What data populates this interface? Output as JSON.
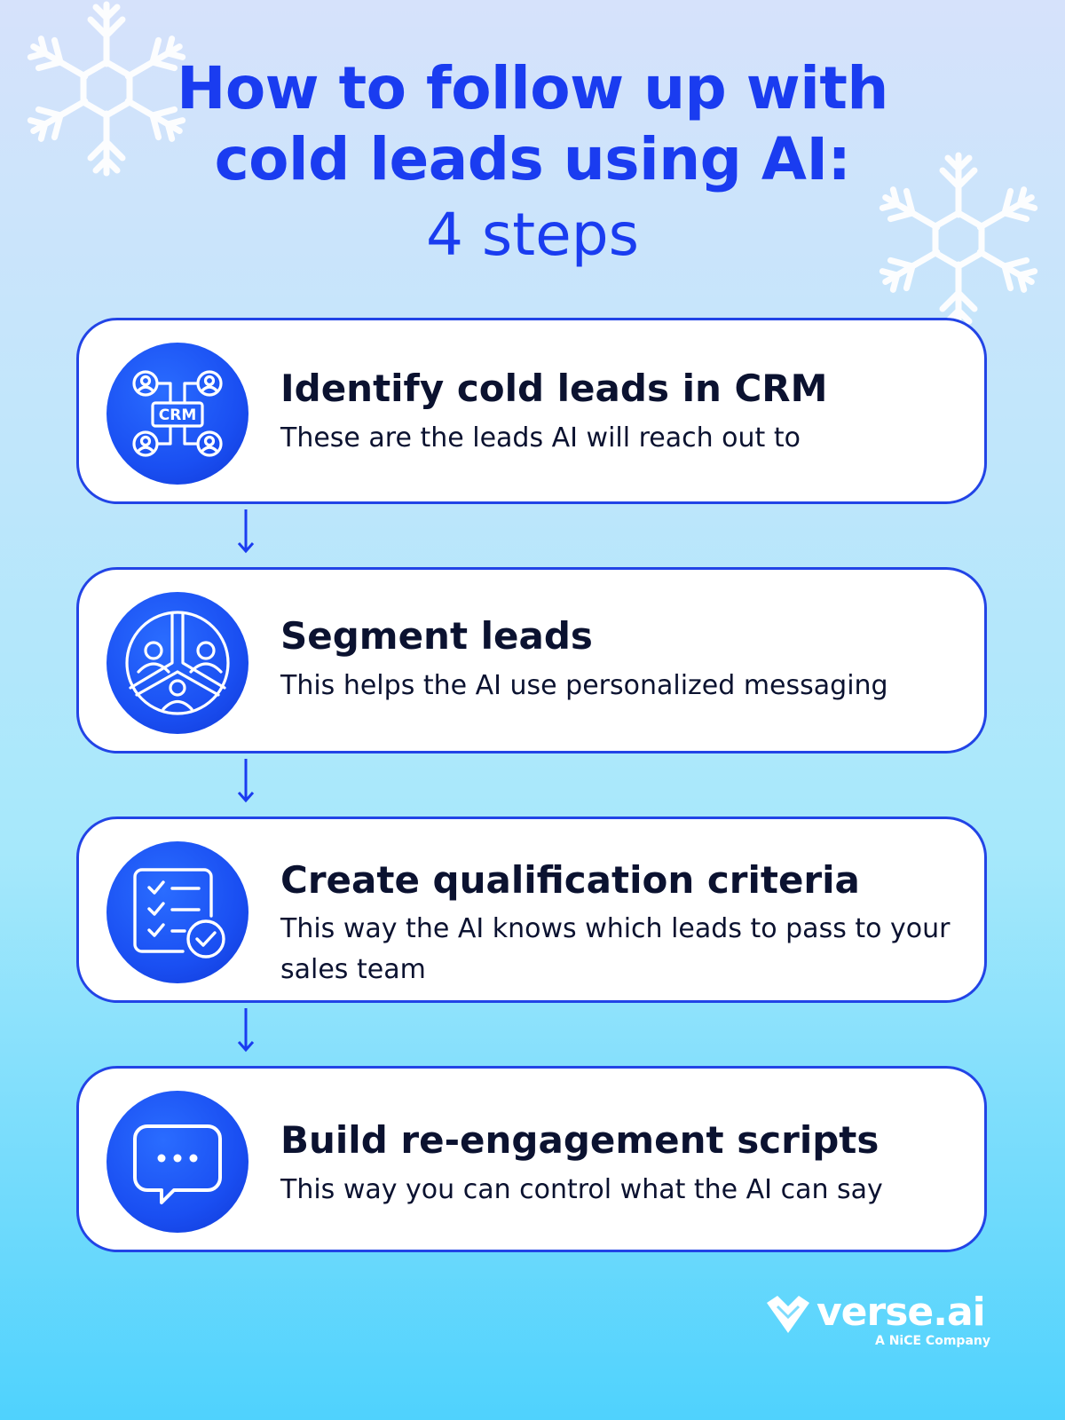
{
  "title": {
    "line1": "How to follow up with",
    "line2": "cold leads using AI:",
    "line3": "4 steps"
  },
  "steps": [
    {
      "icon": "crm-network-icon",
      "heading": "Identify cold leads in CRM",
      "description": "These are the leads AI will reach out to",
      "icon_label": "CRM"
    },
    {
      "icon": "segment-people-icon",
      "heading": "Segment leads",
      "description": "This helps the AI use personalized messaging"
    },
    {
      "icon": "checklist-icon",
      "heading": "Create qualification criteria",
      "description": "This way the AI knows which leads to pass to your sales team"
    },
    {
      "icon": "chat-bubble-icon",
      "heading": "Build re-engagement scripts",
      "description": "This way you can control what the AI can say"
    }
  ],
  "logo": {
    "name": "verse.ai",
    "tagline": "A NiCE Company"
  },
  "colors": {
    "accent": "#1a3cf0",
    "card_border": "#2244e6",
    "heading_text": "#0b1230"
  }
}
